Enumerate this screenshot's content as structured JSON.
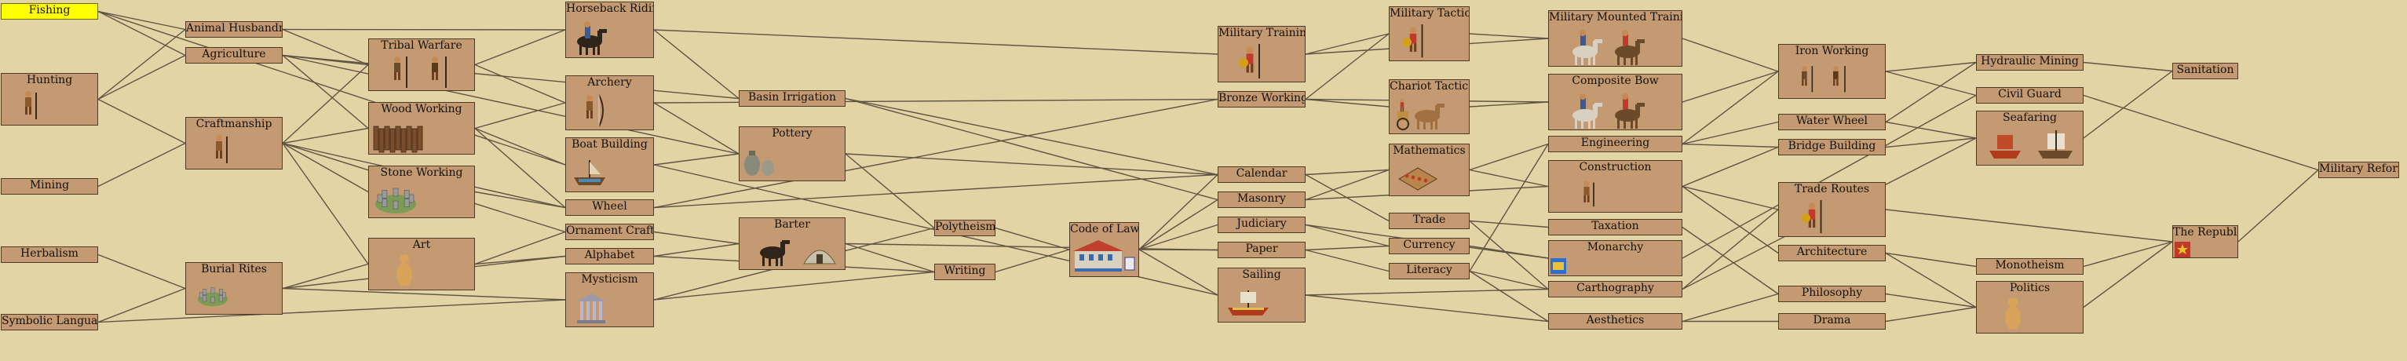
{
  "technologies": [
    {
      "label": "Fishing",
      "selected": true
    },
    {
      "label": "Hunting",
      "icon": "hunter-figure-icon"
    },
    {
      "label": "Mining"
    },
    {
      "label": "Herbalism"
    },
    {
      "label": "Symbolic Language"
    },
    {
      "label": "Animal Husbandry"
    },
    {
      "label": "Agriculture"
    },
    {
      "label": "Craftmanship",
      "icon": "craftsman-figure-icon"
    },
    {
      "label": "Burial Rites",
      "icon": "stone-circle-icon"
    },
    {
      "label": "Tribal Warfare",
      "icon": "tribal-warriors-icon"
    },
    {
      "label": "Wood Working",
      "icon": "wooden-palisade-icon"
    },
    {
      "label": "Stone Working",
      "icon": "stone-ring-icon"
    },
    {
      "label": "Art",
      "icon": "figurine-icon"
    },
    {
      "label": "Horseback Riding",
      "icon": "horseman-icon"
    },
    {
      "label": "Archery",
      "icon": "archer-icon"
    },
    {
      "label": "Boat Building",
      "icon": "boat-icon"
    },
    {
      "label": "Wheel"
    },
    {
      "label": "Ornament Craft"
    },
    {
      "label": "Alphabet"
    },
    {
      "label": "Mysticism",
      "icon": "shrine-icon"
    },
    {
      "label": "Basin Irrigation"
    },
    {
      "label": "Pottery",
      "icon": "pottery-jars-icon"
    },
    {
      "label": "Barter",
      "icon": "horse-and-tent-icon"
    },
    {
      "label": "Polytheism"
    },
    {
      "label": "Writing"
    },
    {
      "label": "Code of Laws",
      "icon": "palace-icon"
    },
    {
      "label": "Military Training",
      "icon": "soldier-icon"
    },
    {
      "label": "Bronze Working"
    },
    {
      "label": "Calendar"
    },
    {
      "label": "Masonry"
    },
    {
      "label": "Judiciary"
    },
    {
      "label": "Paper"
    },
    {
      "label": "Sailing",
      "icon": "galley-icon"
    },
    {
      "label": "Military Tactics",
      "icon": "spearman-icon"
    },
    {
      "label": "Chariot Tactics",
      "icon": "chariot-icon"
    },
    {
      "label": "Mathematics",
      "icon": "abacus-icon"
    },
    {
      "label": "Trade"
    },
    {
      "label": "Currency"
    },
    {
      "label": "Literacy"
    },
    {
      "label": "Military Mounted Training",
      "icon": "mounted-knights-icon"
    },
    {
      "label": "Composite Bow",
      "icon": "mounted-archers-icon"
    },
    {
      "label": "Engineering"
    },
    {
      "label": "Construction",
      "icon": "builder-icon"
    },
    {
      "label": "Taxation"
    },
    {
      "label": "Monarchy",
      "icon": "banner-icon"
    },
    {
      "label": "Carthography"
    },
    {
      "label": "Aesthetics"
    },
    {
      "label": "Iron Working",
      "icon": "iron-soldiers-icon"
    },
    {
      "label": "Water Wheel"
    },
    {
      "label": "Bridge Building"
    },
    {
      "label": "Trade Routes",
      "icon": "trader-icon"
    },
    {
      "label": "Architecture"
    },
    {
      "label": "Philosophy"
    },
    {
      "label": "Drama"
    },
    {
      "label": "Hydraulic Mining"
    },
    {
      "label": "Civil Guard"
    },
    {
      "label": "Seafaring",
      "icon": "ships-icon"
    },
    {
      "label": "Monotheism"
    },
    {
      "label": "Politics",
      "icon": "statesman-icon"
    },
    {
      "label": "Sanitation"
    },
    {
      "label": "The Republic",
      "icon": "star-emblem-icon"
    },
    {
      "label": "Military Reform"
    }
  ]
}
